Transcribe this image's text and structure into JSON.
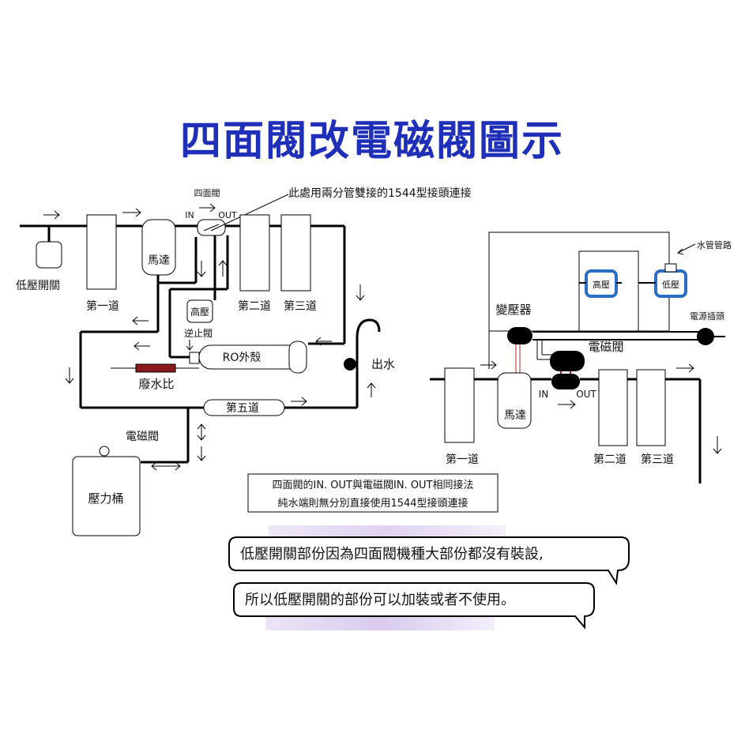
{
  "title": "四面閥改電磁閥圖示",
  "left_diagram": {
    "low_pressure_switch": "低壓開關",
    "motor": "馬達",
    "stage_one": "第一道",
    "four_way_valve": "四面閥",
    "in_label": "IN",
    "out_label": "OUT",
    "callout": "此處用兩分管雙接的1544型接頭連接",
    "high_pressure": "高壓",
    "check_valve": "逆止閥",
    "stage_two": "第二道",
    "stage_three": "第三道",
    "ro_housing": "RO外殼",
    "waste_ratio": "廢水比",
    "outlet": "出水",
    "stage_five": "第五道",
    "solenoid_valve": "電磁閥",
    "pressure_tank": "壓力桶"
  },
  "right_diagram": {
    "pipe_label": "水管管路",
    "high_pressure": "高壓",
    "low_pressure": "低壓",
    "transformer": "變壓器",
    "power_plug": "電源插頭",
    "solenoid_valve": "電磁閥",
    "in_label": "IN",
    "out_label": "OUT",
    "motor": "馬達",
    "stage_one": "第一道",
    "stage_two": "第二道",
    "stage_three": "第三道"
  },
  "note": {
    "line1": "四面閥的IN. OUT與電磁閥IN. OUT相同接法",
    "line2": "純水端則無分別直接使用1544型接頭連接"
  },
  "bubbles": {
    "first": "低壓開關部份因為四面閥機種大部份都沒有裝設,",
    "second": "所以低壓開關的部份可以加裝或者不使用。"
  }
}
